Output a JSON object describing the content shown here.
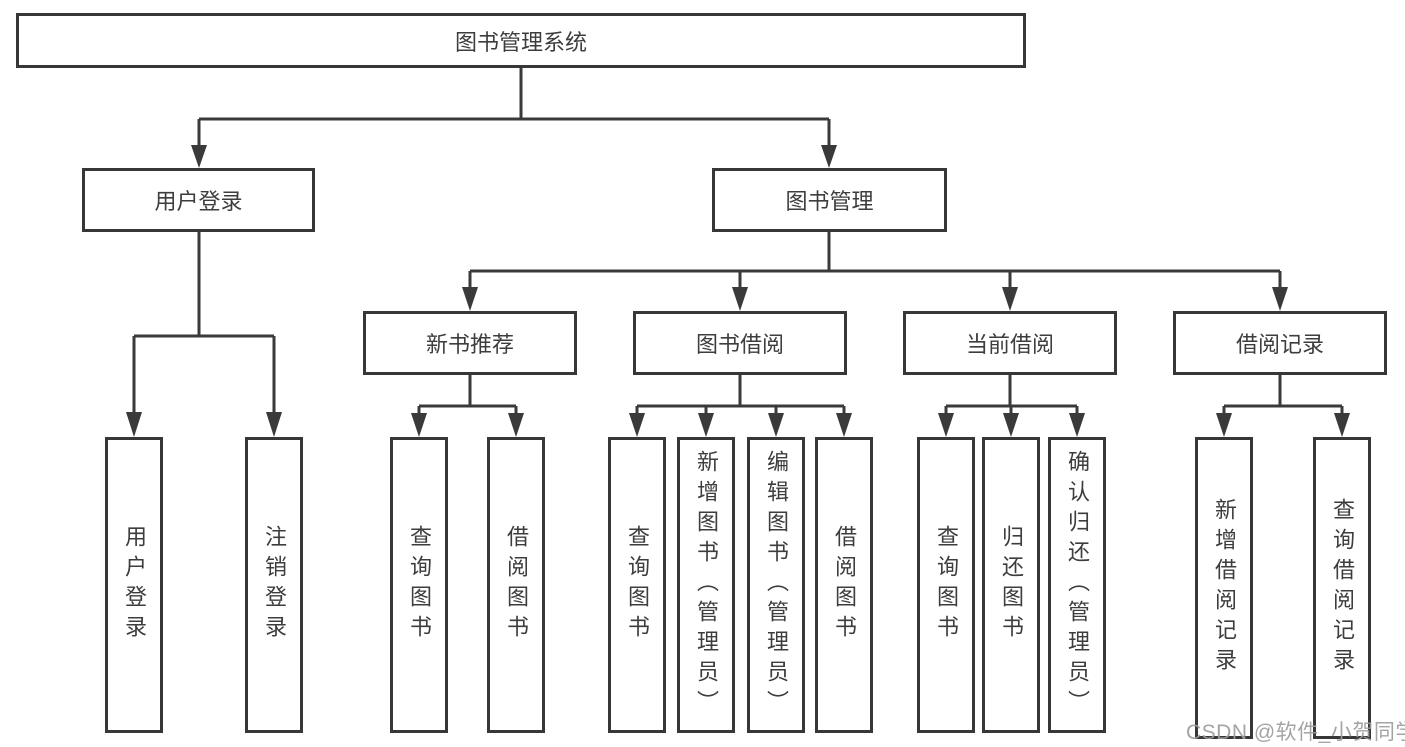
{
  "diagram": {
    "title": "图书管理系统",
    "level2": [
      {
        "label": "用户登录",
        "parent": "图书管理系统"
      },
      {
        "label": "图书管理",
        "parent": "图书管理系统"
      }
    ],
    "level3": [
      {
        "label": "新书推荐",
        "parent": "图书管理"
      },
      {
        "label": "图书借阅",
        "parent": "图书管理"
      },
      {
        "label": "当前借阅",
        "parent": "图书管理"
      },
      {
        "label": "借阅记录",
        "parent": "图书管理"
      }
    ],
    "leaves": [
      {
        "label": "用户登录",
        "parent": "用户登录"
      },
      {
        "label": "注销登录",
        "parent": "用户登录"
      },
      {
        "label": "查询图书",
        "parent": "新书推荐"
      },
      {
        "label": "借阅图书",
        "parent": "新书推荐"
      },
      {
        "label": "查询图书",
        "parent": "图书借阅"
      },
      {
        "label": "新增图书（管理员）",
        "parent": "图书借阅"
      },
      {
        "label": "编辑图书（管理员）",
        "parent": "图书借阅"
      },
      {
        "label": "借阅图书",
        "parent": "图书借阅"
      },
      {
        "label": "查询图书",
        "parent": "当前借阅"
      },
      {
        "label": "归还图书",
        "parent": "当前借阅"
      },
      {
        "label": "确认归还（管理员）",
        "parent": "当前借阅"
      },
      {
        "label": "新增借阅记录",
        "parent": "借阅记录"
      },
      {
        "label": "查询借阅记录",
        "parent": "借阅记录"
      }
    ],
    "watermark": "CSDN @软件_小贺同学",
    "colors": {
      "line": "#3a3a3a",
      "box_border": "#373737",
      "box_fill": "#ffffff",
      "text": "#3d3d3d",
      "watermark": "#9d9d9d",
      "background": "#ffffff"
    }
  }
}
